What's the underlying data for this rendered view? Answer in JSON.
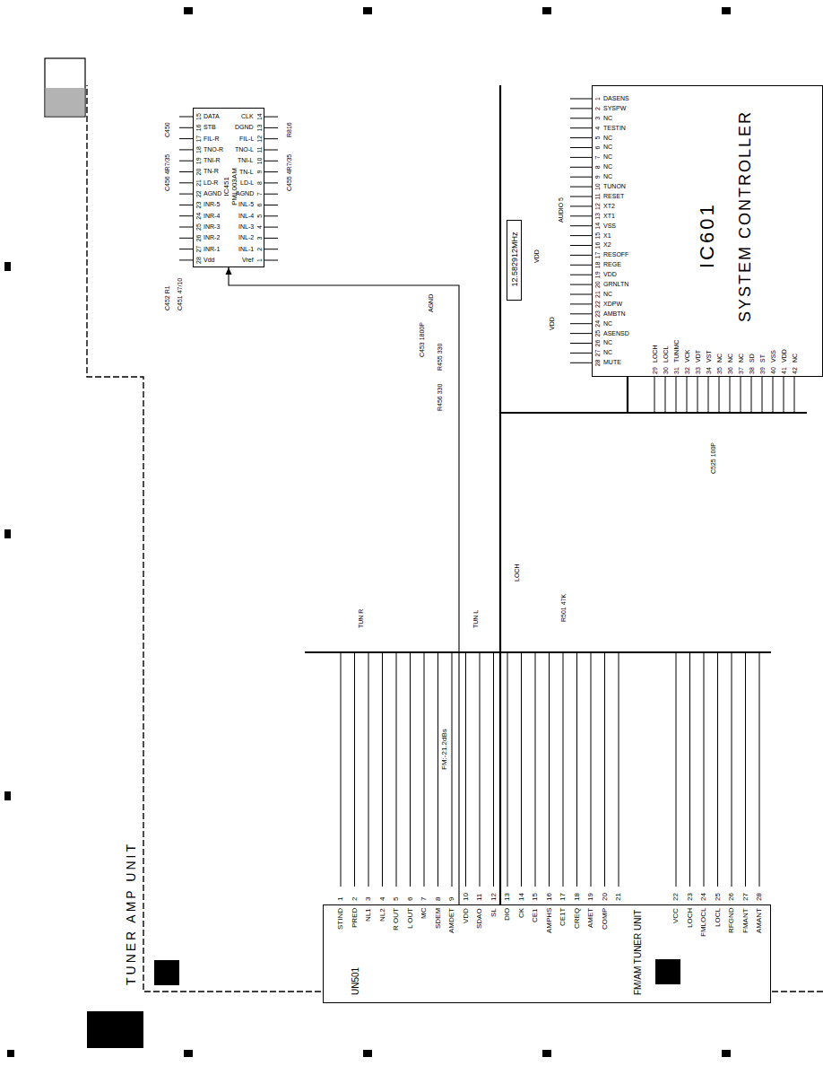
{
  "diagram": {
    "nodes": [
      {
        "text": [
          "TUNER AMP UNIT"
        ]
      },
      {
        "text": [
          "IC451",
          "PML003AM"
        ],
        "in": 0
      },
      {
        "text": [
          "12.582912MHz"
        ],
        "in": 0
      },
      {
        "text": [
          "IC601",
          "SYSTEM CONTROLLER"
        ],
        "in": 0
      },
      {
        "text": [
          "UN501",
          "FM/AM TUNER UNIT"
        ],
        "in": 0
      }
    ],
    "edges": [
      {
        "from": 4,
        "to": 3,
        "arrow": "none"
      },
      {
        "from": 4,
        "to": 1,
        "arrow": "to"
      }
    ],
    "labels": [
      "1",
      "2",
      "3",
      "4",
      "5",
      "6",
      "7",
      "8",
      "9",
      "10",
      "11",
      "12",
      "13",
      "14",
      "15",
      "16",
      "17",
      "18",
      "19",
      "20",
      "21",
      "22",
      "23",
      "24",
      "25",
      "26",
      "27",
      "28",
      "STIND",
      "PRED",
      "NL1",
      "NL2",
      "R OUT",
      "L OUT",
      "MC",
      "SDEM",
      "AMDET",
      "VDD",
      "SDAO",
      "SL",
      "DIO",
      "CK",
      "CE1",
      "AMPHS",
      "CE1T",
      "CREQ",
      "AMET",
      "COMP",
      "VCC",
      "LOCH",
      "FMLOCL",
      "LOCL",
      "RFGND",
      "FMANT",
      "AMANT",
      "1",
      "2",
      "3",
      "4",
      "5",
      "6",
      "7",
      "8",
      "9",
      "10",
      "11",
      "12",
      "13",
      "14",
      "15",
      "16",
      "17",
      "18",
      "19",
      "20",
      "21",
      "22",
      "23",
      "24",
      "25",
      "26",
      "27",
      "28",
      "Vref",
      "INL-1",
      "INL-2",
      "INL-3",
      "INL-4",
      "INL-5",
      "AGND",
      "LD-L",
      "TN-L",
      "TNI-L",
      "TNO-L",
      "FIL-L",
      "DGND",
      "CLK",
      "DATA",
      "STB",
      "FIL-R",
      "TNO-R",
      "TNI-R",
      "TN-R",
      "LD-R",
      "AGND",
      "INR-5",
      "INR-4",
      "INR-3",
      "INR-2",
      "INR-1",
      "Vdd",
      "1",
      "2",
      "3",
      "4",
      "5",
      "6",
      "7",
      "8",
      "9",
      "10",
      "11",
      "12",
      "13",
      "14",
      "15",
      "16",
      "17",
      "18",
      "19",
      "20",
      "21",
      "22",
      "23",
      "24",
      "25",
      "26",
      "27",
      "28",
      "29",
      "30",
      "31",
      "32",
      "33",
      "34",
      "35",
      "36",
      "37",
      "38",
      "39",
      "40",
      "41",
      "42",
      "DASENS",
      "SYSPW",
      "NC",
      "TESTIN",
      "NC",
      "NC",
      "NC",
      "NC",
      "NC",
      "TUNON",
      "RESET",
      "XT2",
      "XT1",
      "VSS",
      "X1",
      "X2",
      "RESOFF",
      "REGE",
      "VDD",
      "GRNLTN",
      "NC",
      "XDPW",
      "AMBTN",
      "NC",
      "ASENSD",
      "NC",
      "NC",
      "MUTE",
      "LOCH",
      "LOCL",
      "TUNMC",
      "VCK",
      "VDT",
      "VST",
      "NC",
      "NC",
      "NC",
      "SD",
      "ST",
      "VSS",
      "VDD",
      "NC",
      "TUN R",
      "TUN L",
      "FM:-21.2dBs",
      "LOCH",
      "VDD",
      "VDD",
      "AUDIO 5",
      "C451 47/10",
      "C452 R1",
      "C455 4R7/35",
      "C456 4R7/35",
      "C450",
      "R816",
      "C453 1800P",
      "R455 330",
      "R456 330",
      "AGND",
      "C525 100P",
      "R501 47K"
    ]
  }
}
